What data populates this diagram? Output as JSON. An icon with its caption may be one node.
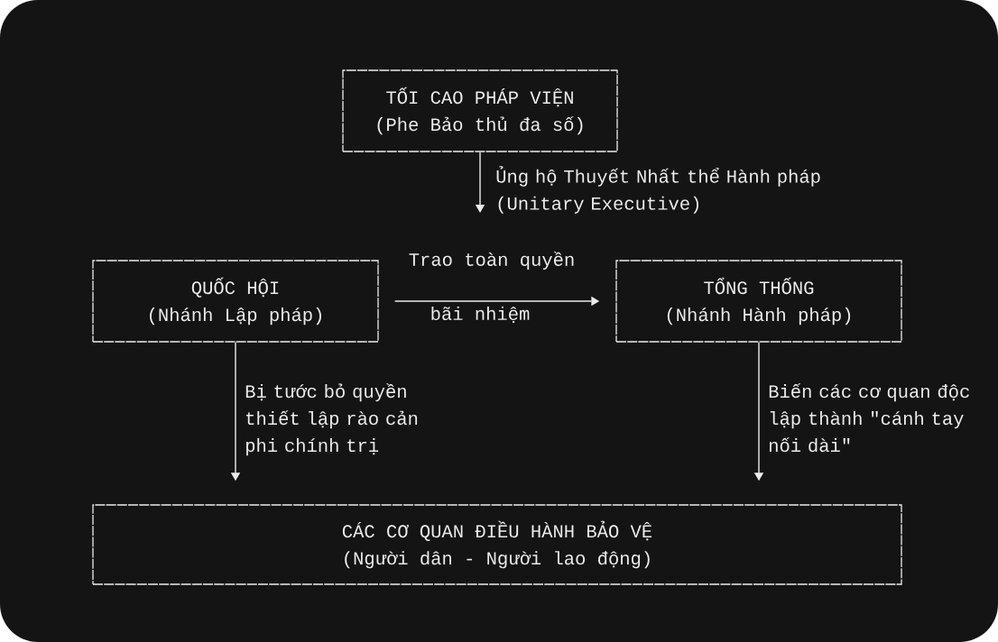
{
  "diagram": {
    "nodes": [
      {
        "text": [
          "TỐI CAO PHÁP VIỆN",
          "(Phe Bảo thủ đa số)"
        ]
      },
      {
        "text": [
          "QUỐC HỘI",
          "(Nhánh Lập pháp)"
        ]
      },
      {
        "text": [
          "TỔNG THỐNG",
          "(Nhánh Hành pháp)"
        ]
      },
      {
        "text": [
          "CÁC CƠ QUAN ĐIỀU HÀNH BẢO VỆ",
          "(Người dân - Người lao động)"
        ]
      }
    ],
    "edges": [
      {
        "from": 0,
        "to": null,
        "arrow": "to",
        "label": "Ủng hộ Thuyết Nhất thể Hành pháp (Unitary Executive)"
      },
      {
        "from": 1,
        "to": 2,
        "arrow": "to",
        "label": "Trao toàn quyền"
      },
      {
        "from": 1,
        "to": 3,
        "arrow": "to",
        "label": "Bị tước bỏ quyền thiết lập rào cản phi chính trị"
      },
      {
        "from": 2,
        "to": 3,
        "arrow": "to",
        "label": "Biến các cơ quan độc lập thành \"cánh tay nối dài\""
      }
    ],
    "labels": [
      "bãi nhiệm"
    ]
  }
}
